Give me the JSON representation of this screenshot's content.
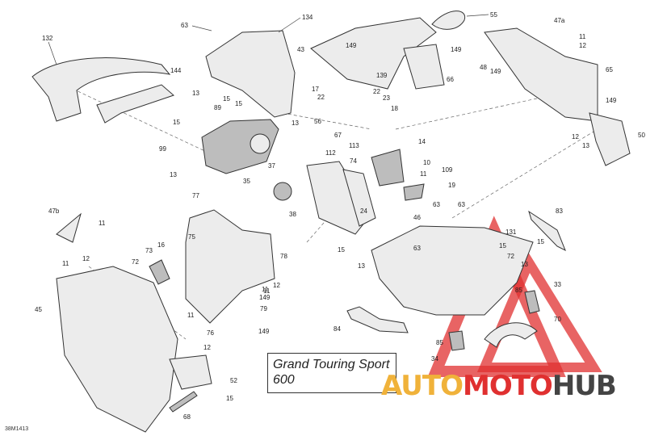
{
  "diagram": {
    "model_title_line1": "Grand Touring Sport",
    "model_title_line2": "600",
    "diagram_id": "38M1413",
    "watermark": {
      "part1": "AUTO",
      "part2": "MOTO",
      "part3": "HUB"
    },
    "colors": {
      "watermark_red": "#e03030",
      "watermark_orange": "#f0b23a",
      "watermark_gray": "#444444"
    },
    "part_numbers": [
      "63",
      "134",
      "55",
      "47a",
      "11",
      "12",
      "132",
      "43",
      "149",
      "144",
      "139",
      "149",
      "48",
      "149",
      "65",
      "66",
      "17",
      "22",
      "22",
      "23",
      "18",
      "13",
      "89",
      "15",
      "15",
      "15",
      "56",
      "67",
      "149",
      "50",
      "99",
      "13",
      "14",
      "113",
      "12",
      "13",
      "112",
      "74",
      "10",
      "37",
      "109",
      "19",
      "35",
      "13",
      "11",
      "38",
      "24",
      "46",
      "63",
      "77",
      "47b",
      "11",
      "75",
      "63",
      "83",
      "131",
      "15",
      "13",
      "12",
      "11",
      "78",
      "15",
      "73",
      "16",
      "11",
      "72",
      "63",
      "72",
      "13",
      "12",
      "85",
      "33",
      "11",
      "149",
      "79",
      "45",
      "11",
      "76",
      "12",
      "149",
      "70",
      "84",
      "85",
      "34",
      "52",
      "15",
      "68"
    ]
  }
}
